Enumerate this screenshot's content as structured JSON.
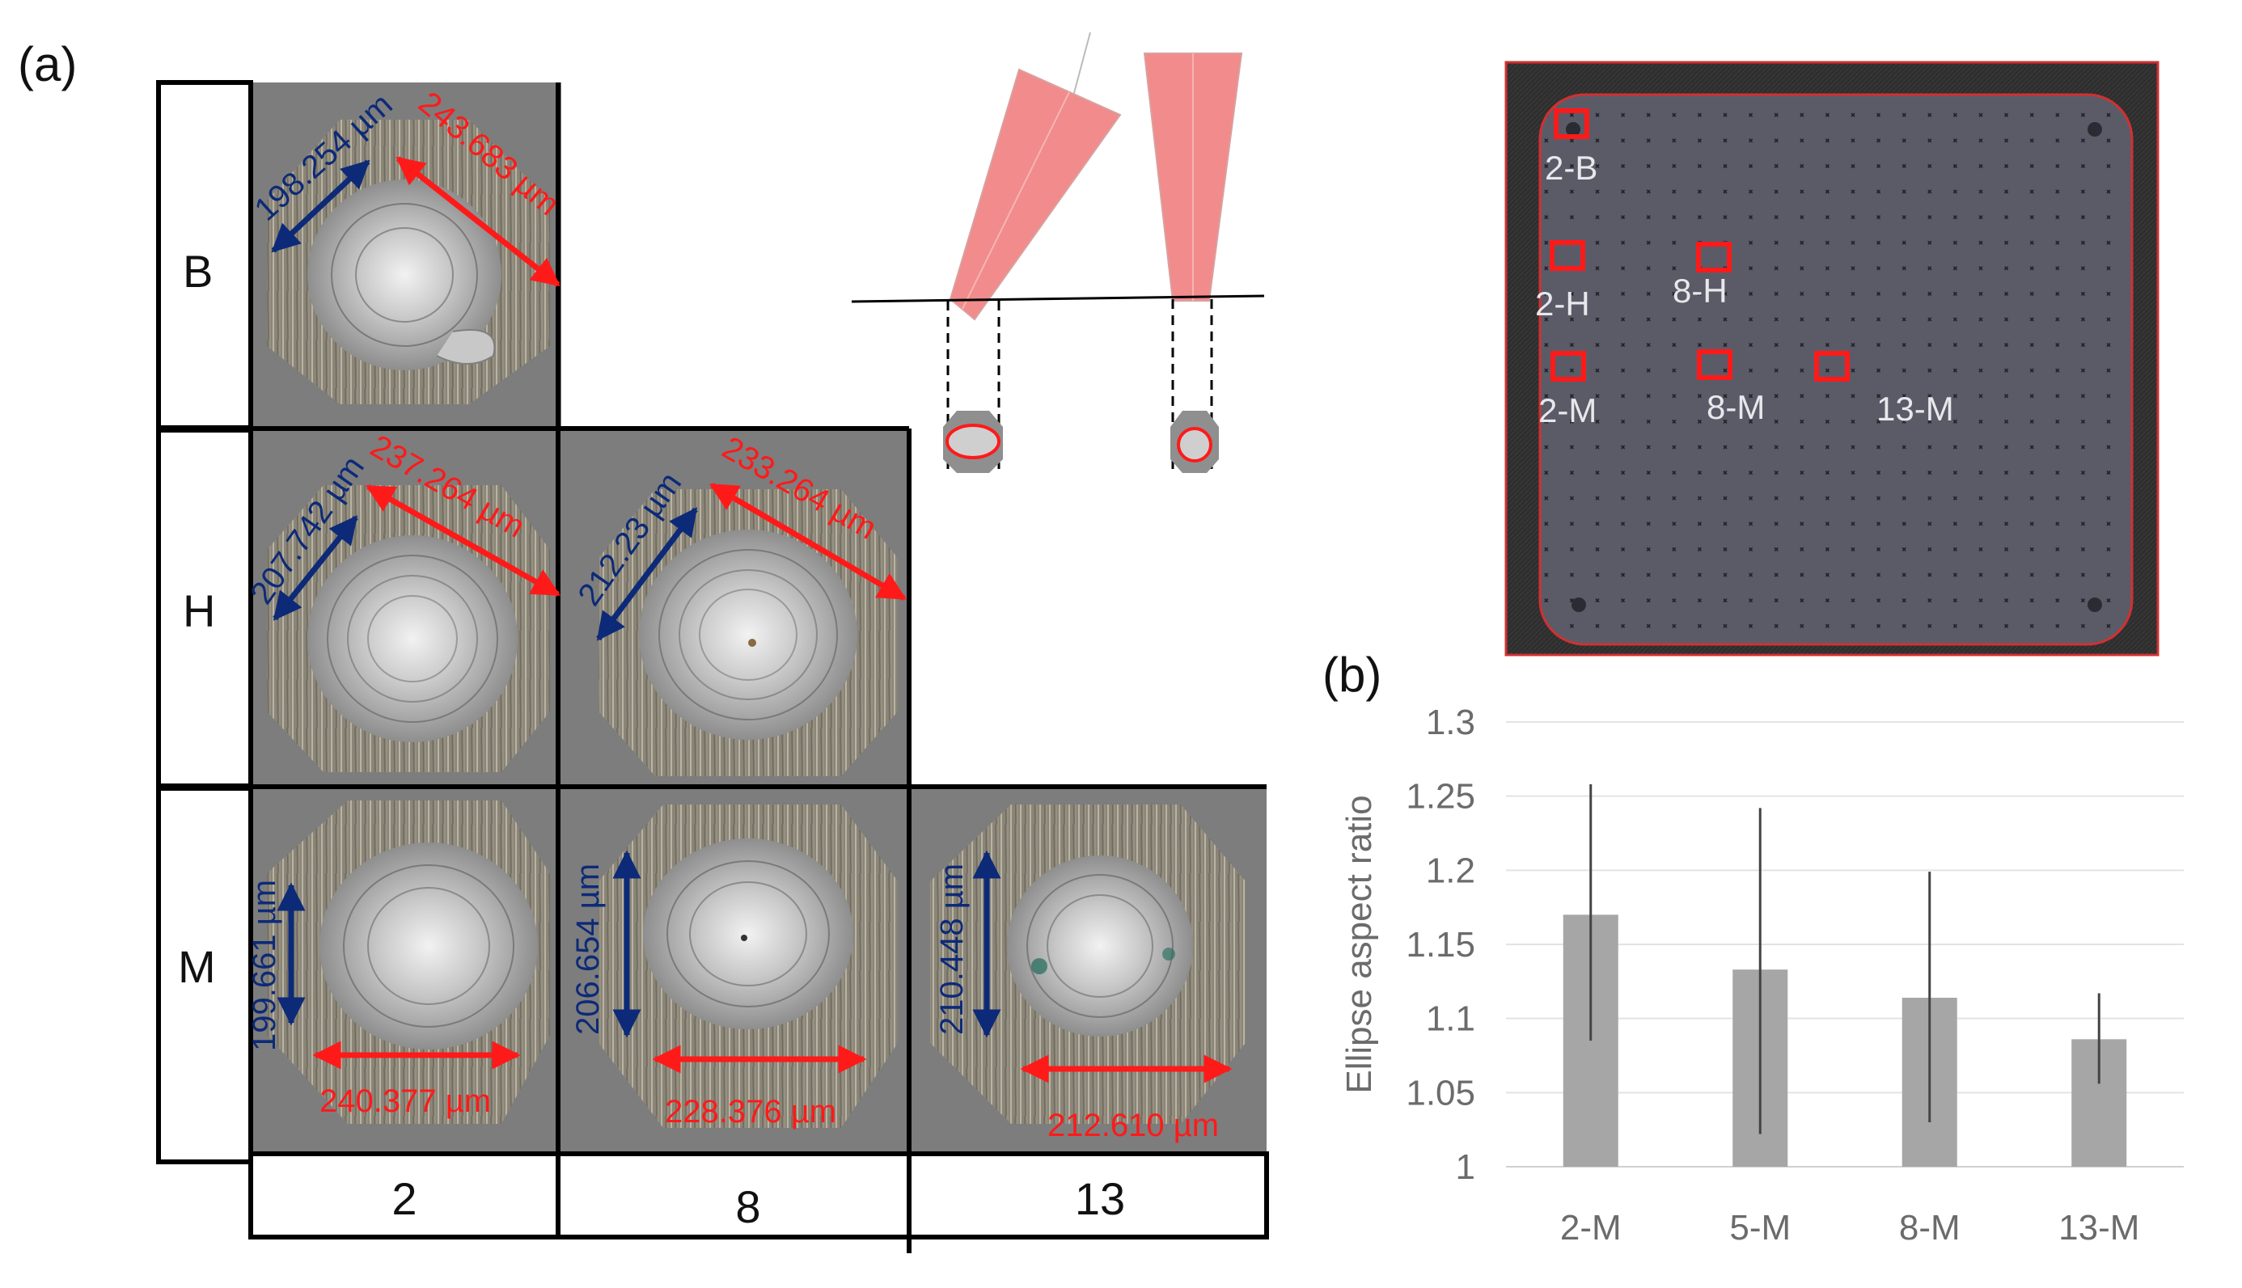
{
  "panel_labels": {
    "a": "(a)",
    "b": "(b)"
  },
  "grid": {
    "row_labels": [
      "B",
      "H",
      "M"
    ],
    "col_labels": [
      "2",
      "8",
      "13"
    ],
    "dimensions": {
      "B2_red": "243.683 µm",
      "B2_blue": "198.254 µm",
      "H2_red": "237.264 µm",
      "H2_blue": "207.742 µm",
      "H8_red": "233.264 µm",
      "H8_blue": "212.23 µm",
      "M2_red": "240.377 µm",
      "M2_blue": "199.661 µm",
      "M8_red": "228.376 µm",
      "M8_blue": "206.654 µm",
      "M13_red": "212.610 µm",
      "M13_blue": "210.448 µm"
    }
  },
  "plate": {
    "labels": [
      "2-B",
      "2-H",
      "8-H",
      "2-M",
      "8-M",
      "13-M"
    ]
  },
  "colors": {
    "red": "#ff1a1a",
    "blue": "#0d2a78",
    "bar": "#a6a6a6",
    "tile": "#7d7d7d",
    "plate": "#5a5a66",
    "beam": "#f28b8b"
  },
  "chart_data": {
    "type": "bar",
    "categories": [
      "2-M",
      "5-M",
      "8-M",
      "13-M"
    ],
    "values": [
      1.17,
      1.133,
      1.114,
      1.086
    ],
    "error_low": [
      1.085,
      1.022,
      1.03,
      1.056
    ],
    "error_high": [
      1.258,
      1.242,
      1.199,
      1.117
    ],
    "ylabel": "Ellipse aspect ratio",
    "ylim": [
      1,
      1.3
    ],
    "yticks": [
      "1",
      "1.05",
      "1.1",
      "1.15",
      "1.2",
      "1.25",
      "1.3"
    ],
    "grid": true
  }
}
